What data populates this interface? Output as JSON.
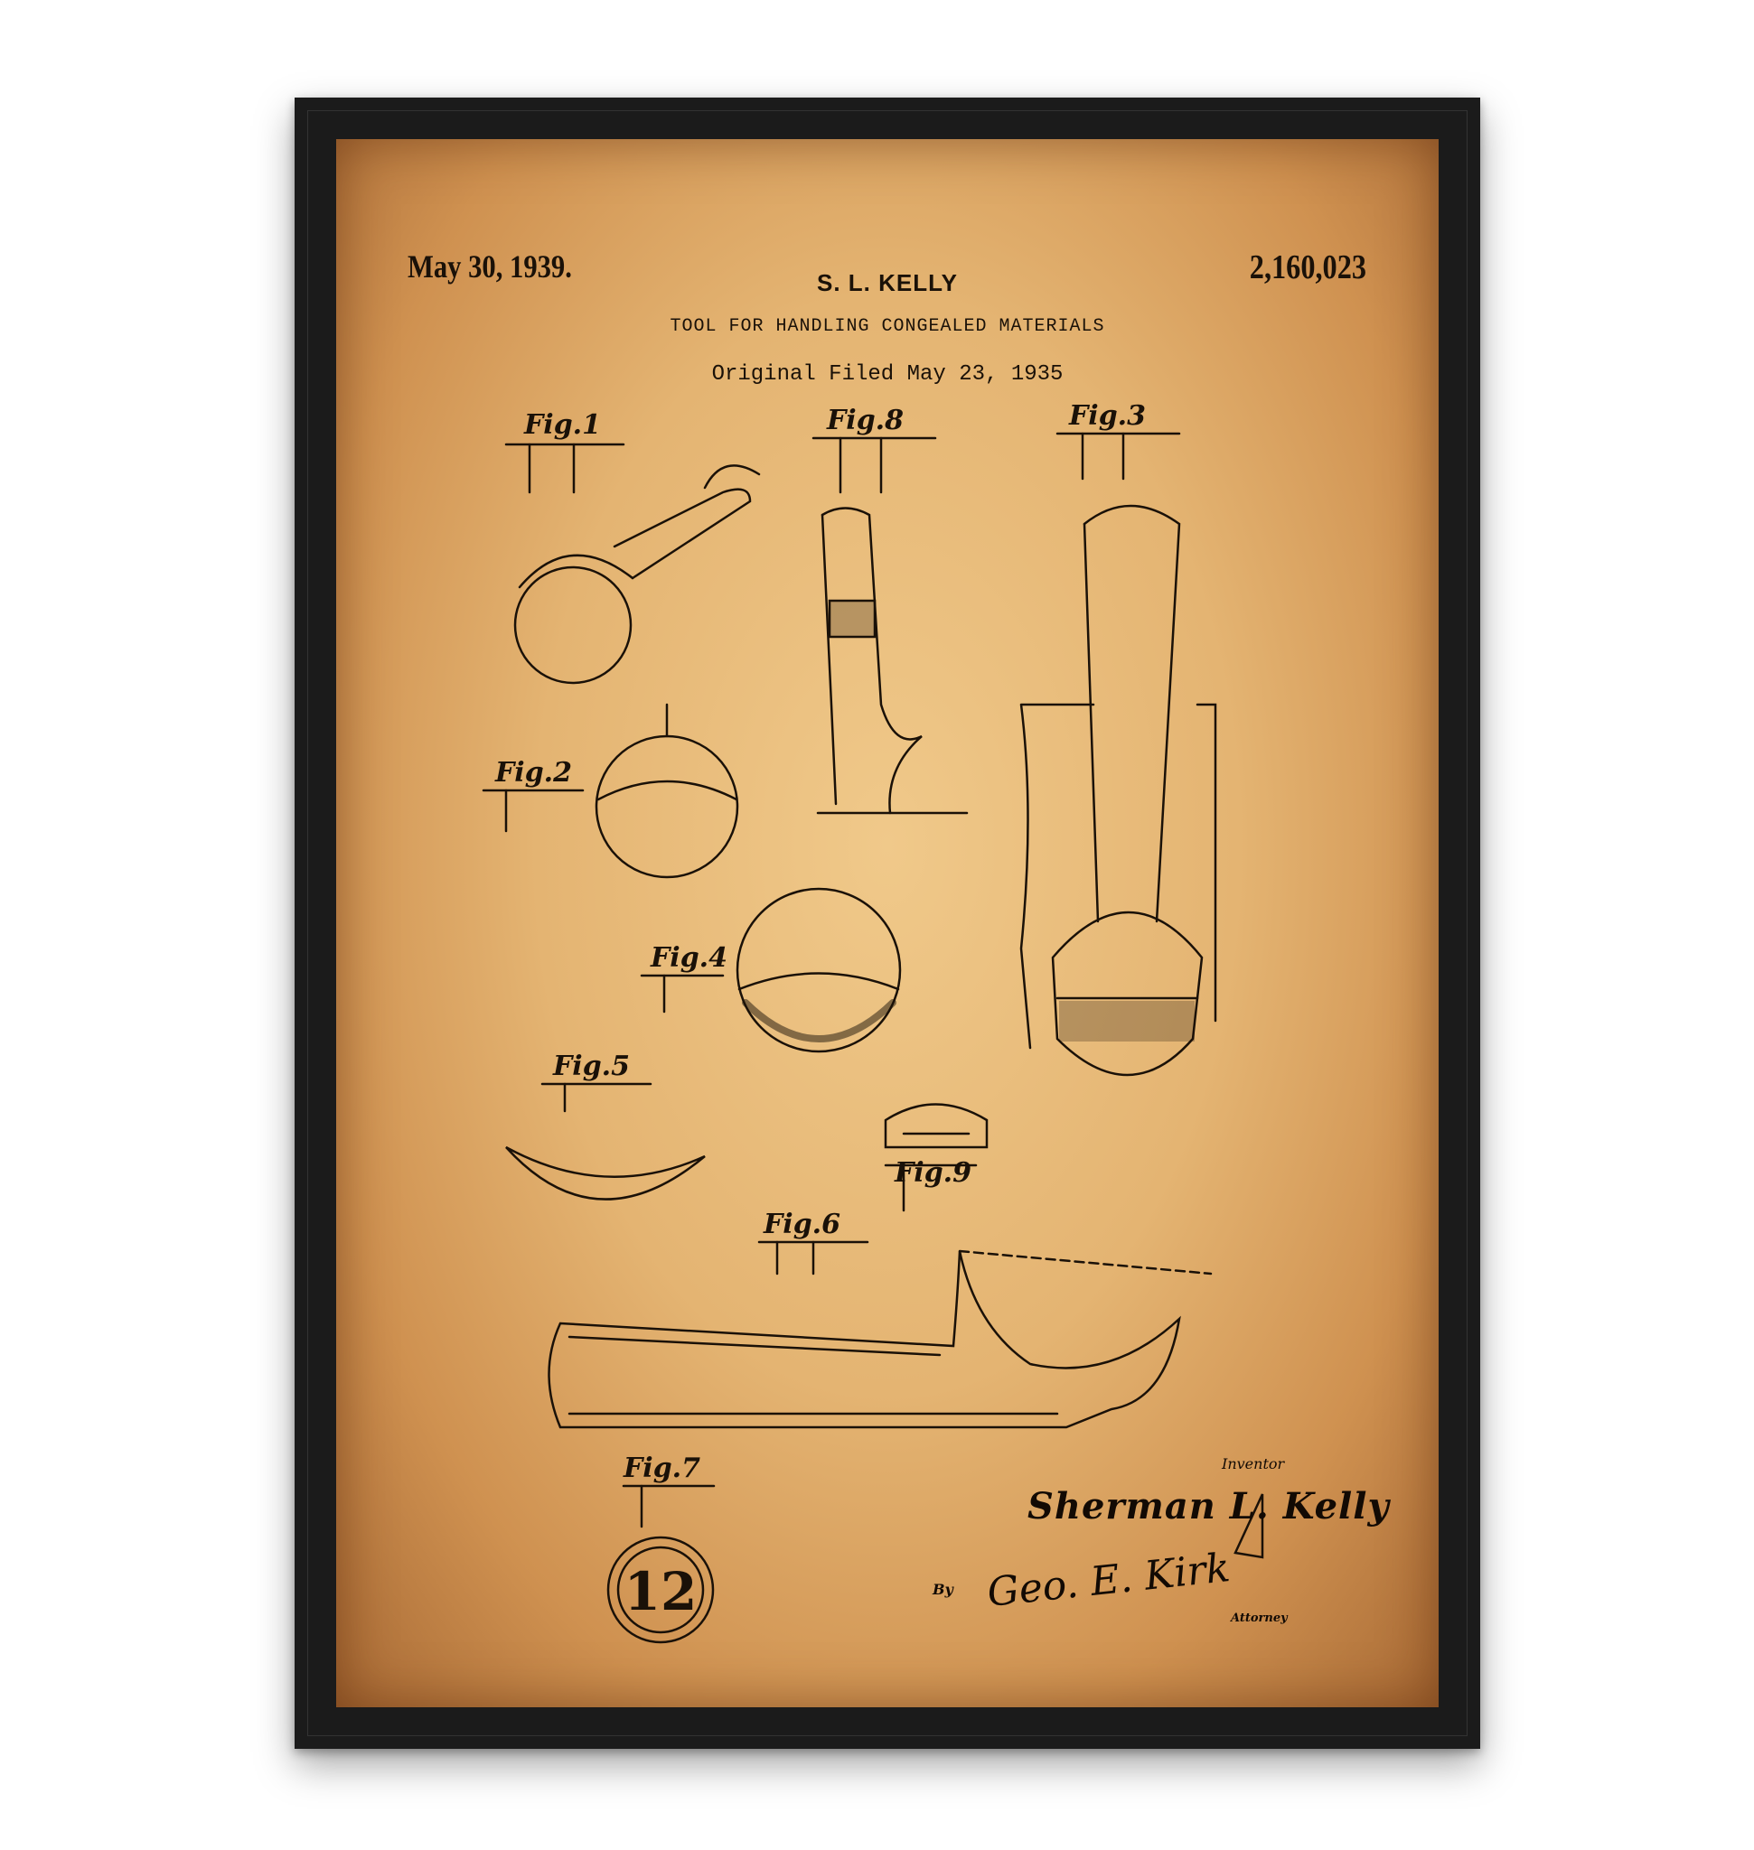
{
  "patent": {
    "date": "May 30, 1939.",
    "number": "2,160,023",
    "inventor": "S. L. KELLY",
    "title": "TOOL FOR HANDLING CONGEALED MATERIALS",
    "filed": "Original Filed May 23, 1935"
  },
  "figures": [
    "Fig.1",
    "Fig.2",
    "Fig.3",
    "Fig.4",
    "Fig.5",
    "Fig.6",
    "Fig.7",
    "Fig.8",
    "Fig.9"
  ],
  "fig7_numeral": "12",
  "signatures": {
    "inventor_label": "Inventor",
    "inventor_signature": "Sherman L. Kelly",
    "by_label": "By",
    "attorney_signature": "Geo. E. Kirk",
    "attorney_label": "Attorney"
  },
  "colors": {
    "frame": "#1b1b1b",
    "paper": "#e4b472",
    "ink": "#1a1108"
  }
}
